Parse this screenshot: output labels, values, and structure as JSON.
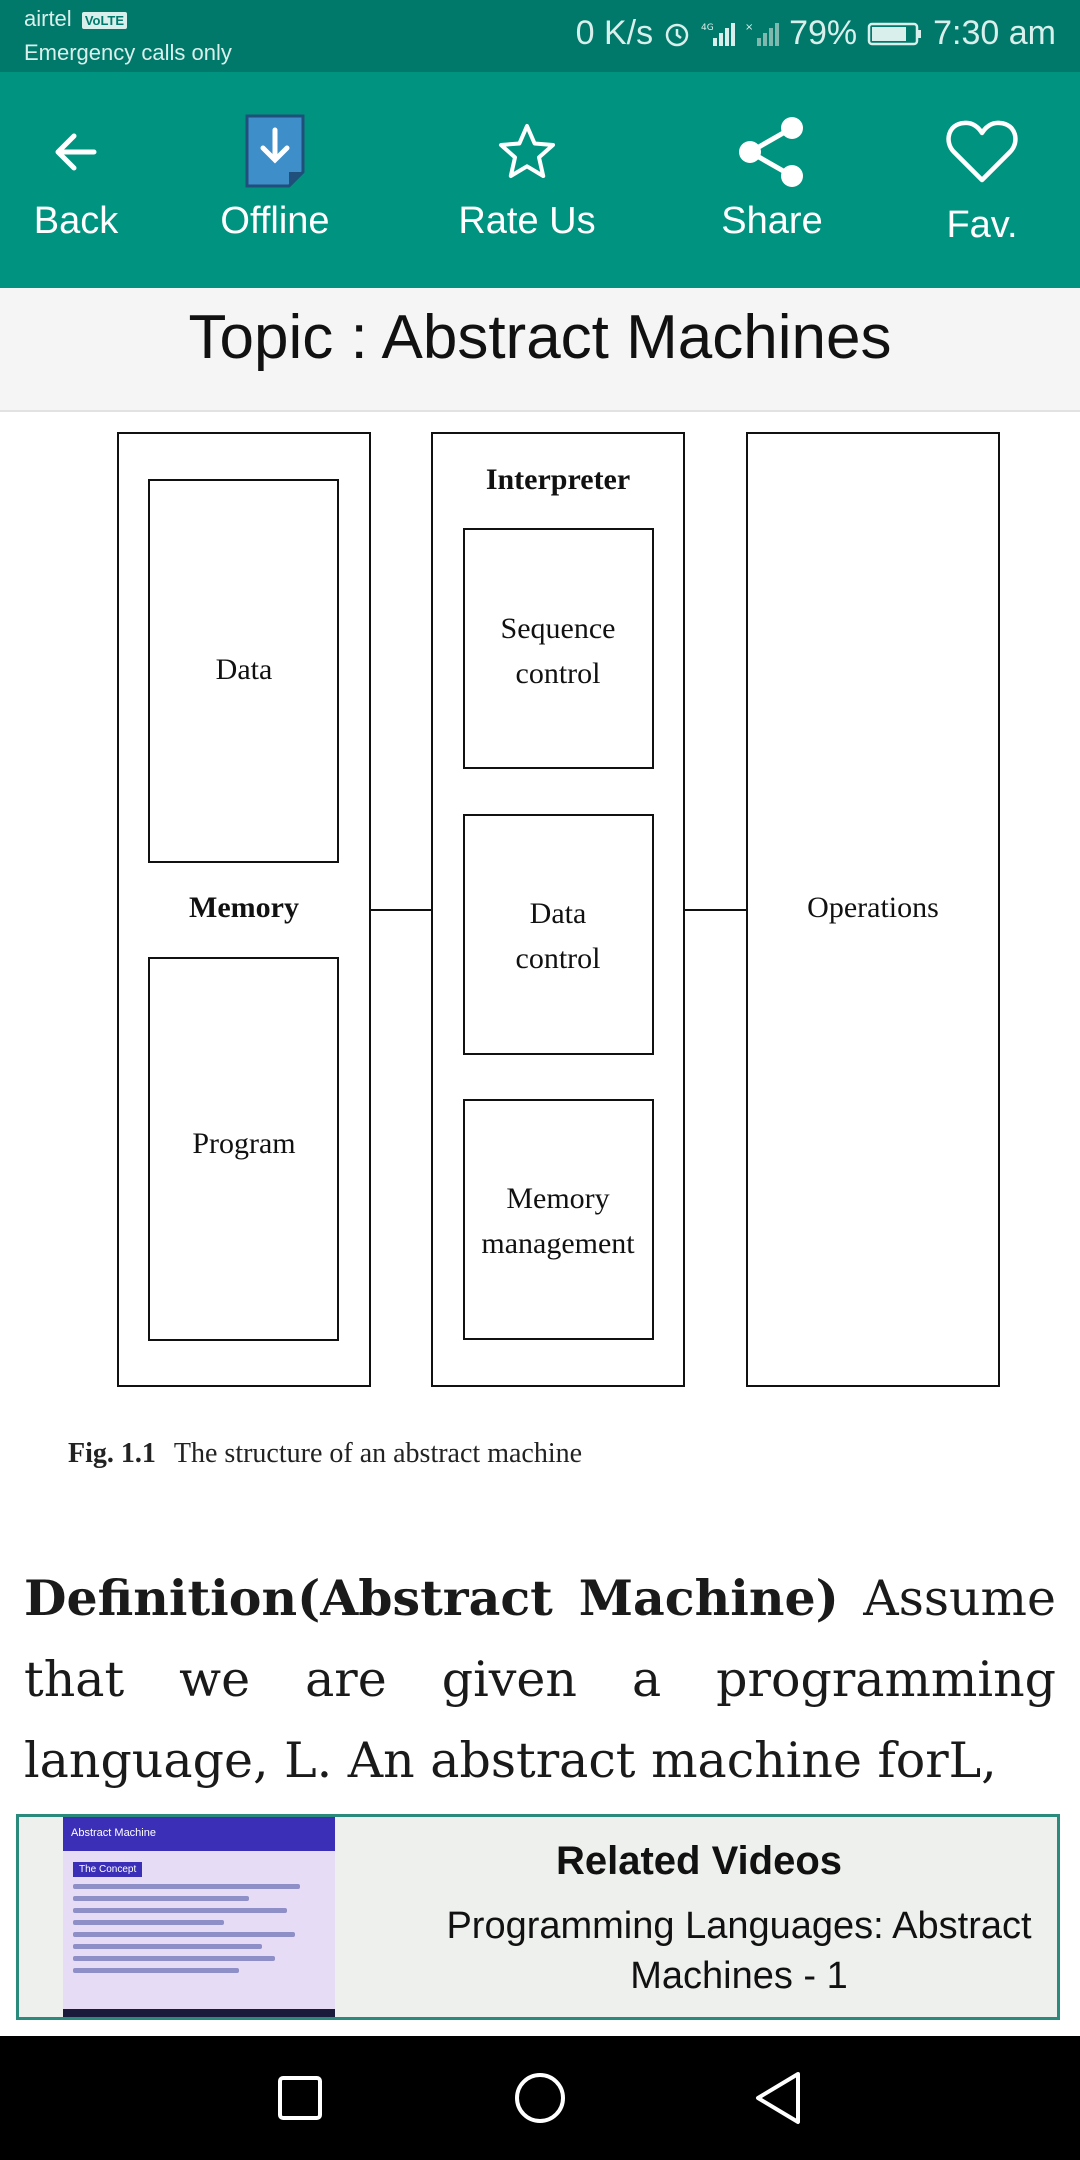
{
  "status_bar": {
    "carrier": "airtel",
    "volte": "VoLTE",
    "emergency": "Emergency calls only",
    "speed": "0 K/s",
    "battery": "79%",
    "time": "7:30 am"
  },
  "toolbar": {
    "back": "Back",
    "offline": "Offline",
    "rate": "Rate Us",
    "share": "Share",
    "fav": "Fav."
  },
  "topic": "Topic : Abstract Machines",
  "figure": {
    "memory_label": "Memory",
    "data_label": "Data",
    "program_label": "Program",
    "interpreter_label": "Interpreter",
    "sequence_control": [
      "Sequence",
      "control"
    ],
    "data_control": [
      "Data",
      "control"
    ],
    "memory_management": [
      "Memory",
      "management"
    ],
    "operations_label": "Operations",
    "caption_num": "Fig. 1.1",
    "caption_text": "The structure of an abstract machine"
  },
  "definition": {
    "term": "Definition(Abstract Machine)",
    "text": " Assume that we are given a programming language, L. An abstract machine forL,"
  },
  "related": {
    "title": "Related Videos",
    "video": "Programming Languages: Abstract Machines - 1",
    "thumb_heading": "Abstract Machine",
    "thumb_section": "The Concept"
  },
  "colors": {
    "toolbar": "#009480",
    "status_bar": "#00796b",
    "related_border": "#2a8a7b"
  }
}
